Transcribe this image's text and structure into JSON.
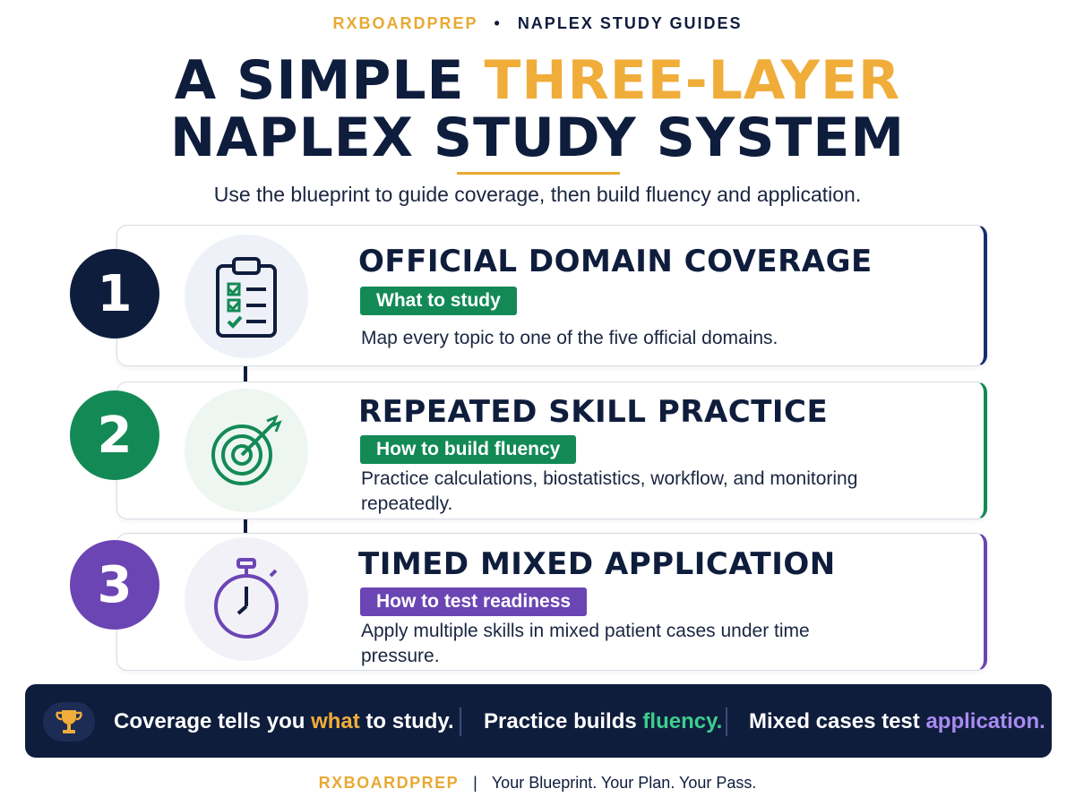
{
  "header": {
    "brand": "RXBOARDPREP",
    "separator": "•",
    "series": "NAPLEX STUDY GUIDES",
    "title_part1": "A SIMPLE ",
    "title_accent": "THREE-LAYER",
    "title_line2": "NAPLEX STUDY SYSTEM",
    "subtitle": "Use the blueprint to guide coverage, then build fluency and application."
  },
  "layers": [
    {
      "number": "1",
      "icon": "clipboard-checklist-icon",
      "title": "OFFICIAL DOMAIN COVERAGE",
      "badge": "What to study",
      "description": "Map every topic to one of the five official domains.",
      "color": "#0f1d3d"
    },
    {
      "number": "2",
      "icon": "target-icon",
      "title": "REPEATED SKILL PRACTICE",
      "badge": "How to build fluency",
      "description": "Practice calculations, biostatistics, workflow, and monitoring repeatedly.",
      "color": "#138a56"
    },
    {
      "number": "3",
      "icon": "stopwatch-icon",
      "title": "TIMED MIXED APPLICATION",
      "badge": "How to test readiness",
      "description": "Apply multiple skills in mixed patient cases under time pressure.",
      "color": "#6b45b3"
    }
  ],
  "summary": {
    "icon": "trophy-icon",
    "s1_pre": "Coverage tells you ",
    "s1_hl": "what",
    "s1_post": " to study.",
    "s2_pre": "Practice builds ",
    "s2_hl": "fluency.",
    "s3_pre": "Mixed cases test ",
    "s3_hl": "application."
  },
  "footer": {
    "brand": "RXBOARDPREP",
    "separator": "|",
    "tagline": "Your Blueprint. Your Plan. Your Pass."
  }
}
